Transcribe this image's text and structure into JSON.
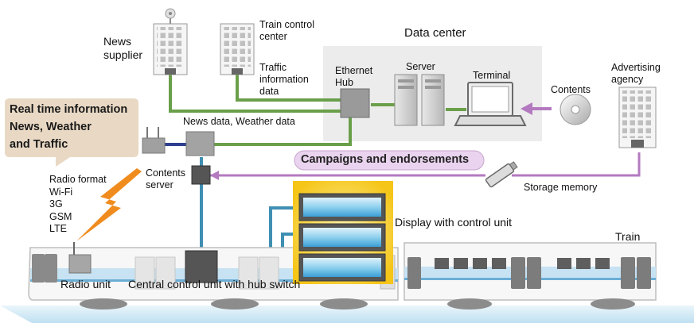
{
  "labels": {
    "news_supplier": [
      "News",
      "supplier"
    ],
    "train_control_center": [
      "Train control",
      "center"
    ],
    "traffic_info": [
      "Traffic",
      "information",
      "data"
    ],
    "data_center": "Data center",
    "ethernet_hub": [
      "Ethernet",
      "Hub"
    ],
    "server": "Server",
    "terminal": "Terminal",
    "contents": "Contents",
    "advertising_agency": [
      "Advertising",
      "agency"
    ],
    "news_weather_data": "News data, Weather data",
    "contents_server": [
      "Contents",
      "server"
    ],
    "campaigns": "Campaigns and endorsements",
    "storage_memory": "Storage memory",
    "radio_formats": [
      "Radio format",
      "Wi-Fi",
      "3G",
      "GSM",
      "LTE"
    ],
    "display_control_unit": "Display with control unit",
    "train": "Train",
    "radio_unit": "Radio unit",
    "central_control_unit": "Central control unit with hub switch"
  },
  "bubble": [
    "Real time information",
    "News, Weather",
    "and Traffic"
  ],
  "colors": {
    "green_line": "#6a9f4a",
    "blue_line": "#3f8fb3",
    "purple_line": "#b47ac0",
    "pill_bg": "#e9d3ee",
    "bubble_bg": "#e9d9c4",
    "display_glow": "#f5c518",
    "data_center_bg": "#ececec",
    "lightning": "#f08c1e"
  }
}
